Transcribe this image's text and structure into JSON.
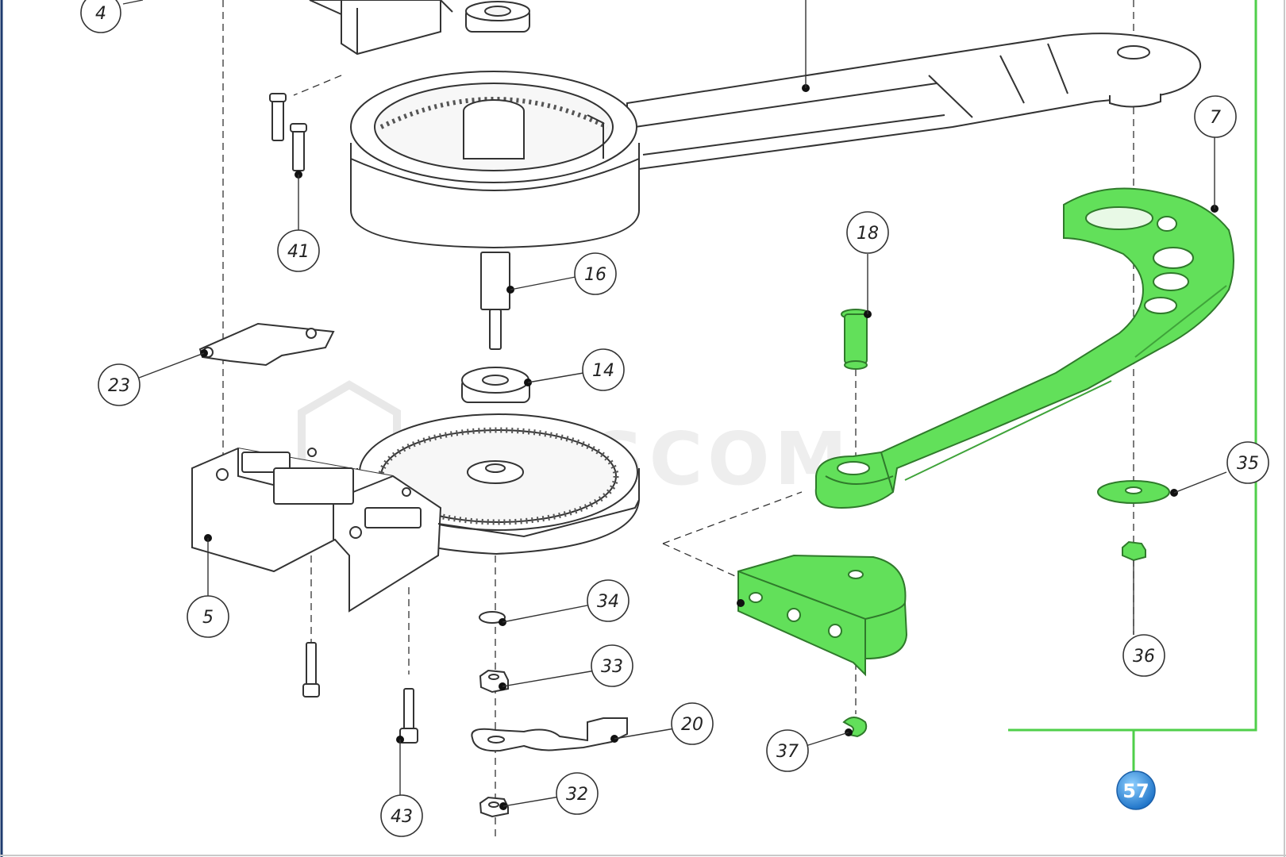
{
  "diagram": {
    "callouts": [
      "4",
      "41",
      "16",
      "23",
      "14",
      "5",
      "34",
      "33",
      "20",
      "32",
      "43",
      "18",
      "7",
      "35",
      "36",
      "37"
    ],
    "kit_badge": "57",
    "watermark": "PLUSCOM"
  },
  "colors": {
    "highlight": "#62e05a",
    "highlight_edge": "#3fa33a",
    "bracket_line": "#4fcf4a",
    "badge": "#2f8fe0",
    "line": "#333333"
  }
}
